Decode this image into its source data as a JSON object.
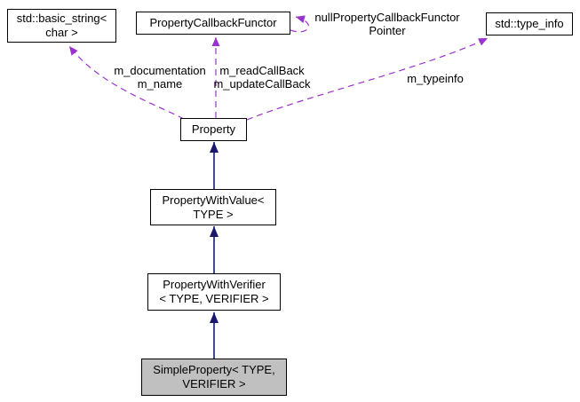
{
  "diagram": {
    "type": "uml-collaboration-graph",
    "colors": {
      "background": "#ffffff",
      "inheritance": "#191970",
      "usage": "#9a32cd",
      "node_border": "#000000",
      "node_fill": "#ffffff",
      "focus_fill": "#c0c0c0",
      "text": "#000000"
    },
    "nodes": [
      {
        "id": "std-basic-string",
        "lines": [
          "std::basic_string<",
          "char >"
        ]
      },
      {
        "id": "property-callback-functor",
        "lines": [
          "PropertyCallbackFunctor"
        ]
      },
      {
        "id": "std-type-info",
        "lines": [
          "std::type_info"
        ]
      },
      {
        "id": "property",
        "lines": [
          "Property"
        ]
      },
      {
        "id": "property-with-value",
        "lines": [
          "PropertyWithValue<",
          "TYPE >"
        ]
      },
      {
        "id": "property-with-verifier",
        "lines": [
          "PropertyWithVerifier",
          "< TYPE, VERIFIER >"
        ]
      },
      {
        "id": "simple-property",
        "lines": [
          "SimpleProperty< TYPE,",
          "VERIFIER >"
        ]
      }
    ],
    "edge_labels": [
      {
        "id": "documentation-name",
        "lines": [
          "m_documentation",
          "m_name"
        ]
      },
      {
        "id": "callbacks",
        "lines": [
          "m_readCallBack",
          "m_updateCallBack"
        ]
      },
      {
        "id": "null-functor",
        "lines": [
          "nullPropertyCallbackFunctor",
          "Pointer"
        ]
      },
      {
        "id": "typeinfo",
        "lines": [
          "m_typeinfo"
        ]
      }
    ],
    "edges": [
      {
        "from": "simple-property",
        "to": "property-with-verifier",
        "type": "inheritance",
        "label": ""
      },
      {
        "from": "property-with-verifier",
        "to": "property-with-value",
        "type": "inheritance",
        "label": ""
      },
      {
        "from": "property-with-value",
        "to": "property",
        "type": "inheritance",
        "label": ""
      },
      {
        "from": "property",
        "to": "std-basic-string",
        "type": "usage",
        "label": "m_documentation m_name"
      },
      {
        "from": "property",
        "to": "property-callback-functor",
        "type": "usage",
        "label": "m_readCallBack m_updateCallBack"
      },
      {
        "from": "property",
        "to": "std-type-info",
        "type": "usage",
        "label": "m_typeinfo"
      },
      {
        "from": "property-callback-functor",
        "to": "property-callback-functor",
        "type": "usage",
        "label": "nullPropertyCallbackFunctorPointer"
      }
    ]
  }
}
